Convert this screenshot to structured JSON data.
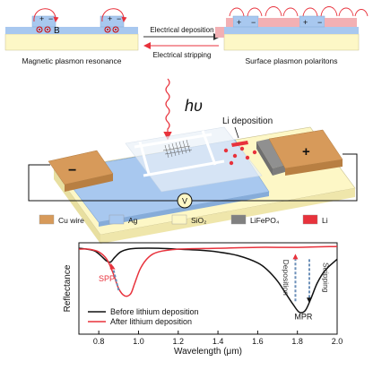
{
  "schematic": {
    "left_panel_label": "Magnetic plasmon resonance",
    "right_panel_label": "Surface plasmon polaritons",
    "arrow_forward_label": "Electrical deposition",
    "arrow_back_label": "Electrical stripping",
    "photon_label": "hυ",
    "li_deposition_label": "Li deposition",
    "b_label": "B",
    "minus_label": "−",
    "plus_label": "+",
    "meter_label": "V",
    "colors": {
      "cu": "#d79a5a",
      "ag": "#a8c8ef",
      "sio2": "#fdf7c6",
      "lifepo4": "#808080",
      "li": "#e8323c"
    }
  },
  "legend": [
    {
      "label": "Cu wire",
      "color": "#d79a5a"
    },
    {
      "label": "Ag",
      "color": "#a8c8ef"
    },
    {
      "label": "SiO₂",
      "color": "#fdf7c6"
    },
    {
      "label": "LiFePO₄",
      "color": "#808080"
    },
    {
      "label": "Li",
      "color": "#e8323c"
    }
  ],
  "chart_data": {
    "type": "line",
    "xlabel": "Wavelength (μm)",
    "ylabel": "Reflectance",
    "xlim": [
      0.7,
      2.0
    ],
    "xticks": [
      "0.8",
      "1.0",
      "1.2",
      "1.4",
      "1.6",
      "1.8",
      "2.0"
    ],
    "xtick_values": [
      0.8,
      1.0,
      1.2,
      1.4,
      1.6,
      1.8,
      2.0
    ],
    "ylim": [
      0,
      1
    ],
    "grid": false,
    "legend_position": "bottom-left",
    "series": [
      {
        "name": "Before lithium deposition",
        "color": "#111111",
        "x": [
          0.7,
          0.74,
          0.78,
          0.81,
          0.84,
          0.86,
          0.88,
          0.91,
          0.95,
          1.0,
          1.1,
          1.2,
          1.3,
          1.4,
          1.5,
          1.6,
          1.65,
          1.7,
          1.74,
          1.78,
          1.81,
          1.84,
          1.87,
          1.9,
          1.94,
          2.0
        ],
        "y": [
          0.94,
          0.93,
          0.91,
          0.86,
          0.8,
          0.79,
          0.84,
          0.9,
          0.93,
          0.94,
          0.94,
          0.93,
          0.92,
          0.9,
          0.86,
          0.78,
          0.7,
          0.58,
          0.45,
          0.32,
          0.24,
          0.26,
          0.4,
          0.56,
          0.7,
          0.82
        ]
      },
      {
        "name": "After lithium deposition",
        "color": "#e8323c",
        "x": [
          0.7,
          0.75,
          0.8,
          0.84,
          0.87,
          0.9,
          0.93,
          0.96,
          0.98,
          1.01,
          1.05,
          1.1,
          1.2,
          1.4,
          1.6,
          1.8,
          2.0
        ],
        "y": [
          0.93,
          0.93,
          0.9,
          0.82,
          0.68,
          0.5,
          0.42,
          0.44,
          0.55,
          0.72,
          0.84,
          0.9,
          0.93,
          0.94,
          0.95,
          0.95,
          0.96
        ]
      }
    ],
    "annotations": [
      {
        "text": "SPP",
        "x": 0.84,
        "y": 0.58,
        "color": "#e8323c"
      },
      {
        "text": "MPR",
        "x": 1.83,
        "y": 0.16,
        "color": "#111111"
      },
      {
        "text": "Stripping",
        "x": 1.93,
        "y": 0.62,
        "color": "#333333"
      },
      {
        "text": "Deposition",
        "x": 1.73,
        "y": 0.62,
        "color": "#333333"
      }
    ]
  }
}
